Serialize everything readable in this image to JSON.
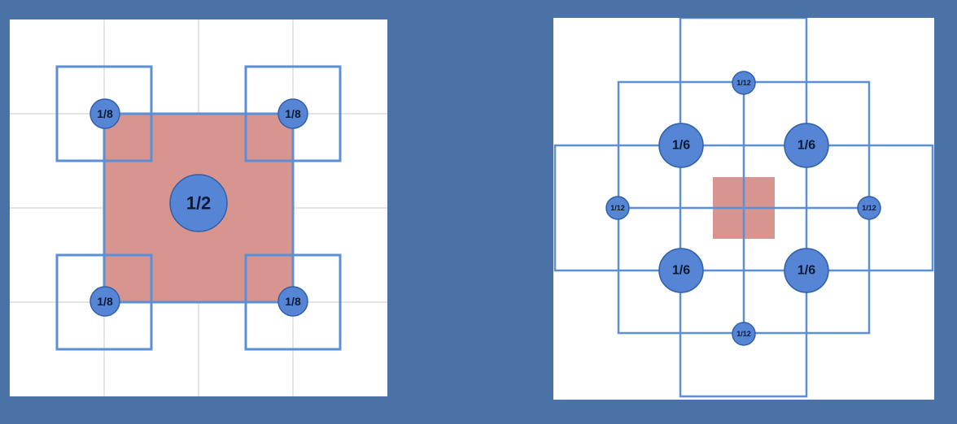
{
  "colors": {
    "background": "#4a72a6",
    "panel": "#ffffff",
    "grid": "#c8c8c8",
    "square_stroke": "#5b8fd6",
    "highlight_fill": "#d8948f",
    "circle_fill": "#5585d4",
    "circle_stroke": "#2f5fa8",
    "label_text": "#0a1a33"
  },
  "left_diagram": {
    "center_label": "1/2",
    "corner_labels": [
      "1/8",
      "1/8",
      "1/8",
      "1/8"
    ]
  },
  "right_diagram": {
    "diagonal_labels": [
      "1/6",
      "1/6",
      "1/6",
      "1/6"
    ],
    "edge_labels": [
      "1/12",
      "1/12",
      "1/12",
      "1/12"
    ]
  }
}
